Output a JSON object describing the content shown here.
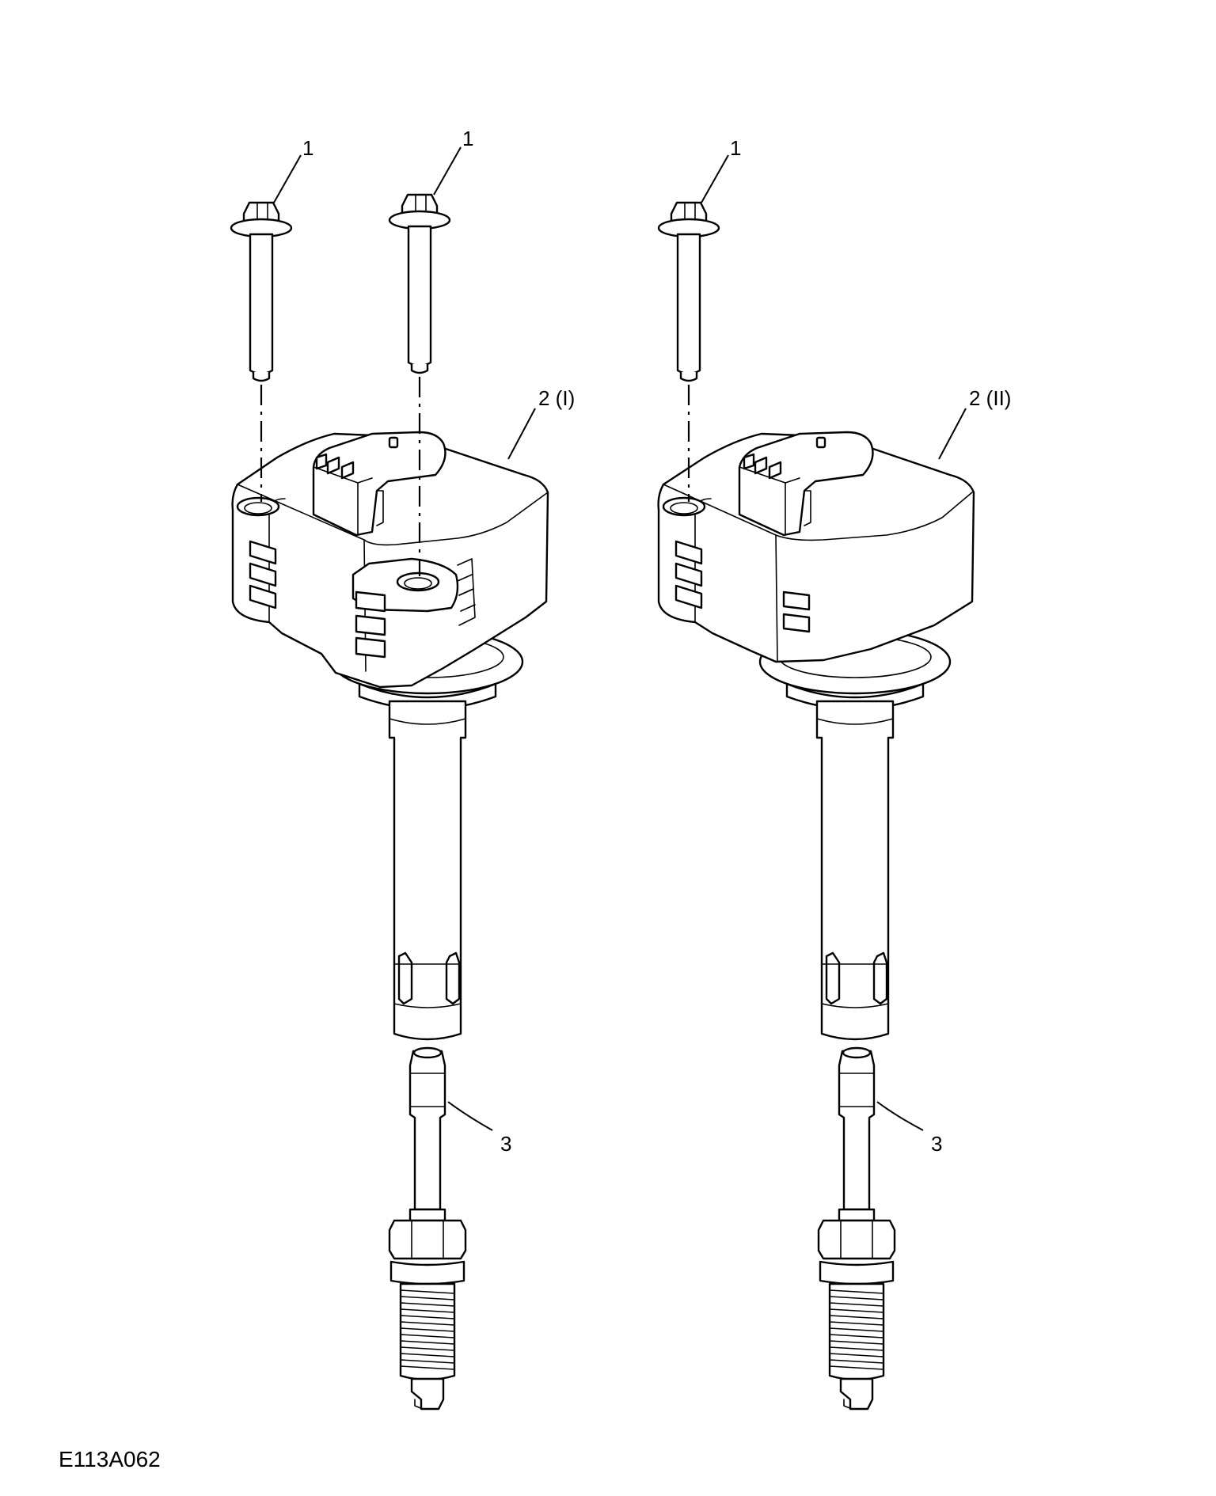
{
  "callouts": {
    "bolt_a": "1",
    "bolt_b": "1",
    "bolt_c": "1",
    "coil_left": "2 (I)",
    "coil_right": "2 (II)",
    "plug_left": "3",
    "plug_right": "3"
  },
  "figure_id": "E113A062"
}
